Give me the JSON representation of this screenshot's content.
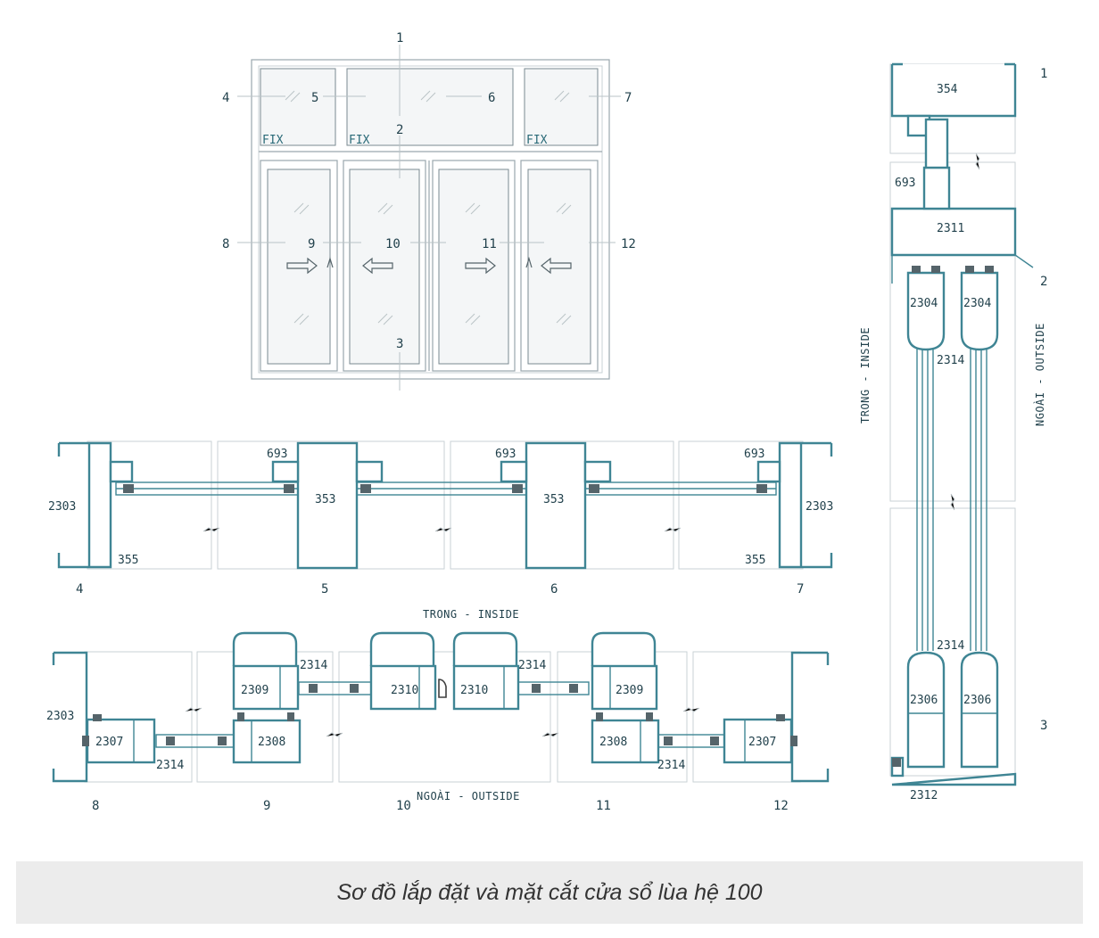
{
  "elevation": {
    "callouts": [
      "1",
      "2",
      "3",
      "4",
      "5",
      "6",
      "7",
      "8",
      "9",
      "10",
      "11",
      "12"
    ],
    "fix_label": "FIX"
  },
  "horizontal_section": {
    "profiles": {
      "left_frame": "2303",
      "right_frame": "2303",
      "sash": "355",
      "mullion": "353",
      "glazing_bead": "693"
    },
    "position_labels": [
      "4",
      "5",
      "6",
      "7"
    ],
    "inside_label": "TRONG - INSIDE"
  },
  "sliding_section": {
    "profiles": {
      "frame": "2303",
      "sash_side": "2307",
      "sash_lock": "2308",
      "track": "2309",
      "interlock": "2310",
      "glazing": "2314"
    },
    "position_labels": [
      "8",
      "9",
      "10",
      "11",
      "12"
    ],
    "outside_label": "NGOÀI - OUTSIDE"
  },
  "vertical_section": {
    "profiles": {
      "head": "354",
      "bead": "693",
      "transom": "2311",
      "top_rail": "2304",
      "glazing": "2314",
      "bottom_rail": "2306",
      "sill": "2312"
    },
    "position_labels": [
      "1",
      "2",
      "3"
    ],
    "inside_label": "TRONG - INSIDE",
    "outside_label": "NGOÀI - OUTSIDE"
  },
  "caption": "Sơ đồ lắp đặt và mặt cắt cửa sổ lùa hệ 100"
}
